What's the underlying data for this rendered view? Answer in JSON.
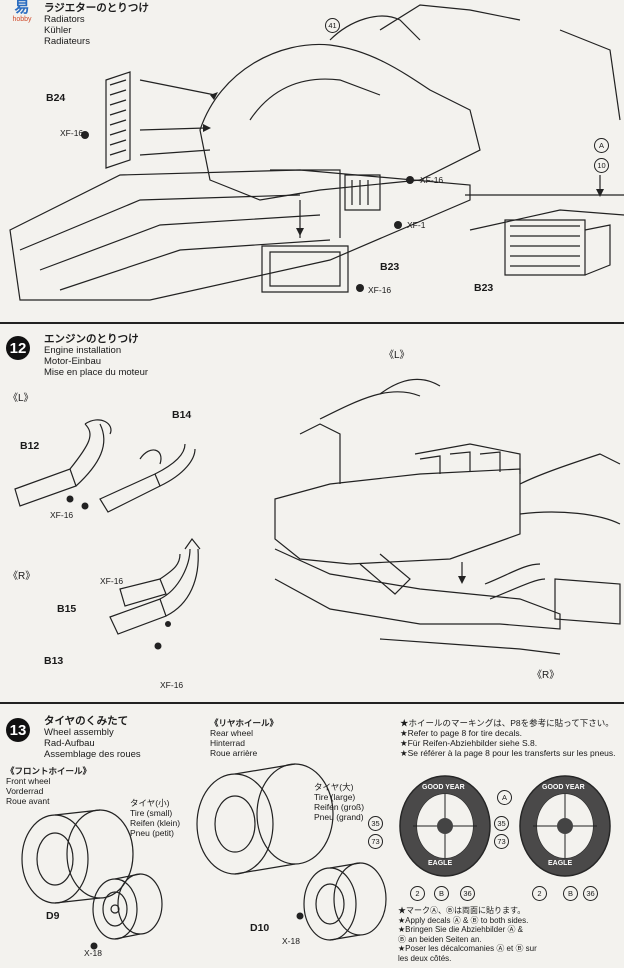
{
  "watermark": {
    "big": "易",
    "small": "hobby"
  },
  "step11": {
    "jp": "ラジエターのとりつけ",
    "lines": [
      "Radiators",
      "Kühler",
      "Radiateurs"
    ],
    "parts": {
      "b24": "B24",
      "xf16a": "XF-16",
      "xf16b": "XF-16",
      "xf1": "XF-1",
      "b23a": "B23",
      "xf16c": "XF-16",
      "b23b": "B23"
    },
    "decals": {
      "d41": "41",
      "d10": "10",
      "dA": "A"
    }
  },
  "step12": {
    "num": "12",
    "jp": "エンジンのとりつけ",
    "lines": [
      "Engine installation",
      "Motor-Einbau",
      "Mise en place du moteur"
    ],
    "left_tag": "《L》",
    "right_tag": "《R》",
    "left_tag2": "《L》",
    "right_tag2": "《R》",
    "parts": {
      "b12": "B12",
      "b14": "B14",
      "xf16a": "XF-16",
      "xf16b": "XF-16",
      "b15": "B15",
      "b13": "B13",
      "xf16c": "XF-16"
    }
  },
  "step13": {
    "num": "13",
    "jp": "タイヤのくみたて",
    "lines": [
      "Wheel assembly",
      "Rad-Aufbau",
      "Assemblage des roues"
    ],
    "front": {
      "jp": "《フロントホイール》",
      "lines": [
        "Front wheel",
        "Vorderrad",
        "Roue avant"
      ]
    },
    "rear": {
      "jp": "《リヤホイール》",
      "lines": [
        "Rear wheel",
        "Hinterrad",
        "Roue arrière"
      ]
    },
    "tire_small": {
      "jp": "タイヤ(小)",
      "lines": [
        "Tire (small)",
        "Reifen (klein)",
        "Pneu (petit)"
      ]
    },
    "tire_large": {
      "jp": "タイヤ(大)",
      "lines": [
        "Tire (large)",
        "Reifen (groß)",
        "Pneu (grand)"
      ]
    },
    "parts": {
      "d9": "D9",
      "x18a": "X-18",
      "d10": "D10",
      "x18b": "X-18"
    },
    "marking_notes": [
      "★ホイールのマーキングは、P8を参考に貼って下さい。",
      "★Refer to page 8 for tire decals.",
      "★Für Reifen-Abziehbilder siehe S.8.",
      "★Se référer à la page 8 pour les transferts sur les pneus."
    ],
    "tire_brand": "GOOD YEAR",
    "tire_brand2": "EAGLE",
    "decals": {
      "c35": "35",
      "c73": "73",
      "c2": "2",
      "cB": "B",
      "c36": "36",
      "cA": "A"
    },
    "both_notes": [
      "★マークⒶ、Ⓑは両面に貼ります。",
      "★Apply decals Ⓐ & Ⓑ to both sides.",
      "★Bringen Sie die Abziehbilder Ⓐ &",
      "  Ⓑ an beiden Seiten an.",
      "★Poser les décalcomanies Ⓐ et Ⓑ sur",
      "  les deux côtés."
    ]
  }
}
